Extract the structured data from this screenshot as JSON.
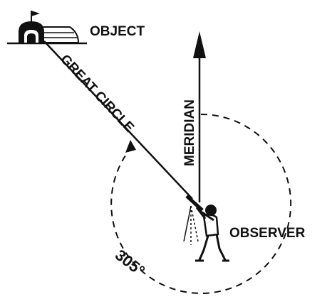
{
  "labels": {
    "object": "OBJECT",
    "great_circle": "GREAT CIRCLE",
    "meridian": "MERIDIAN",
    "observer": "OBSERVER",
    "angle": "305°"
  },
  "angle_value_degrees": 305,
  "colors": {
    "ink": "#111111",
    "background": "#ffffff"
  }
}
